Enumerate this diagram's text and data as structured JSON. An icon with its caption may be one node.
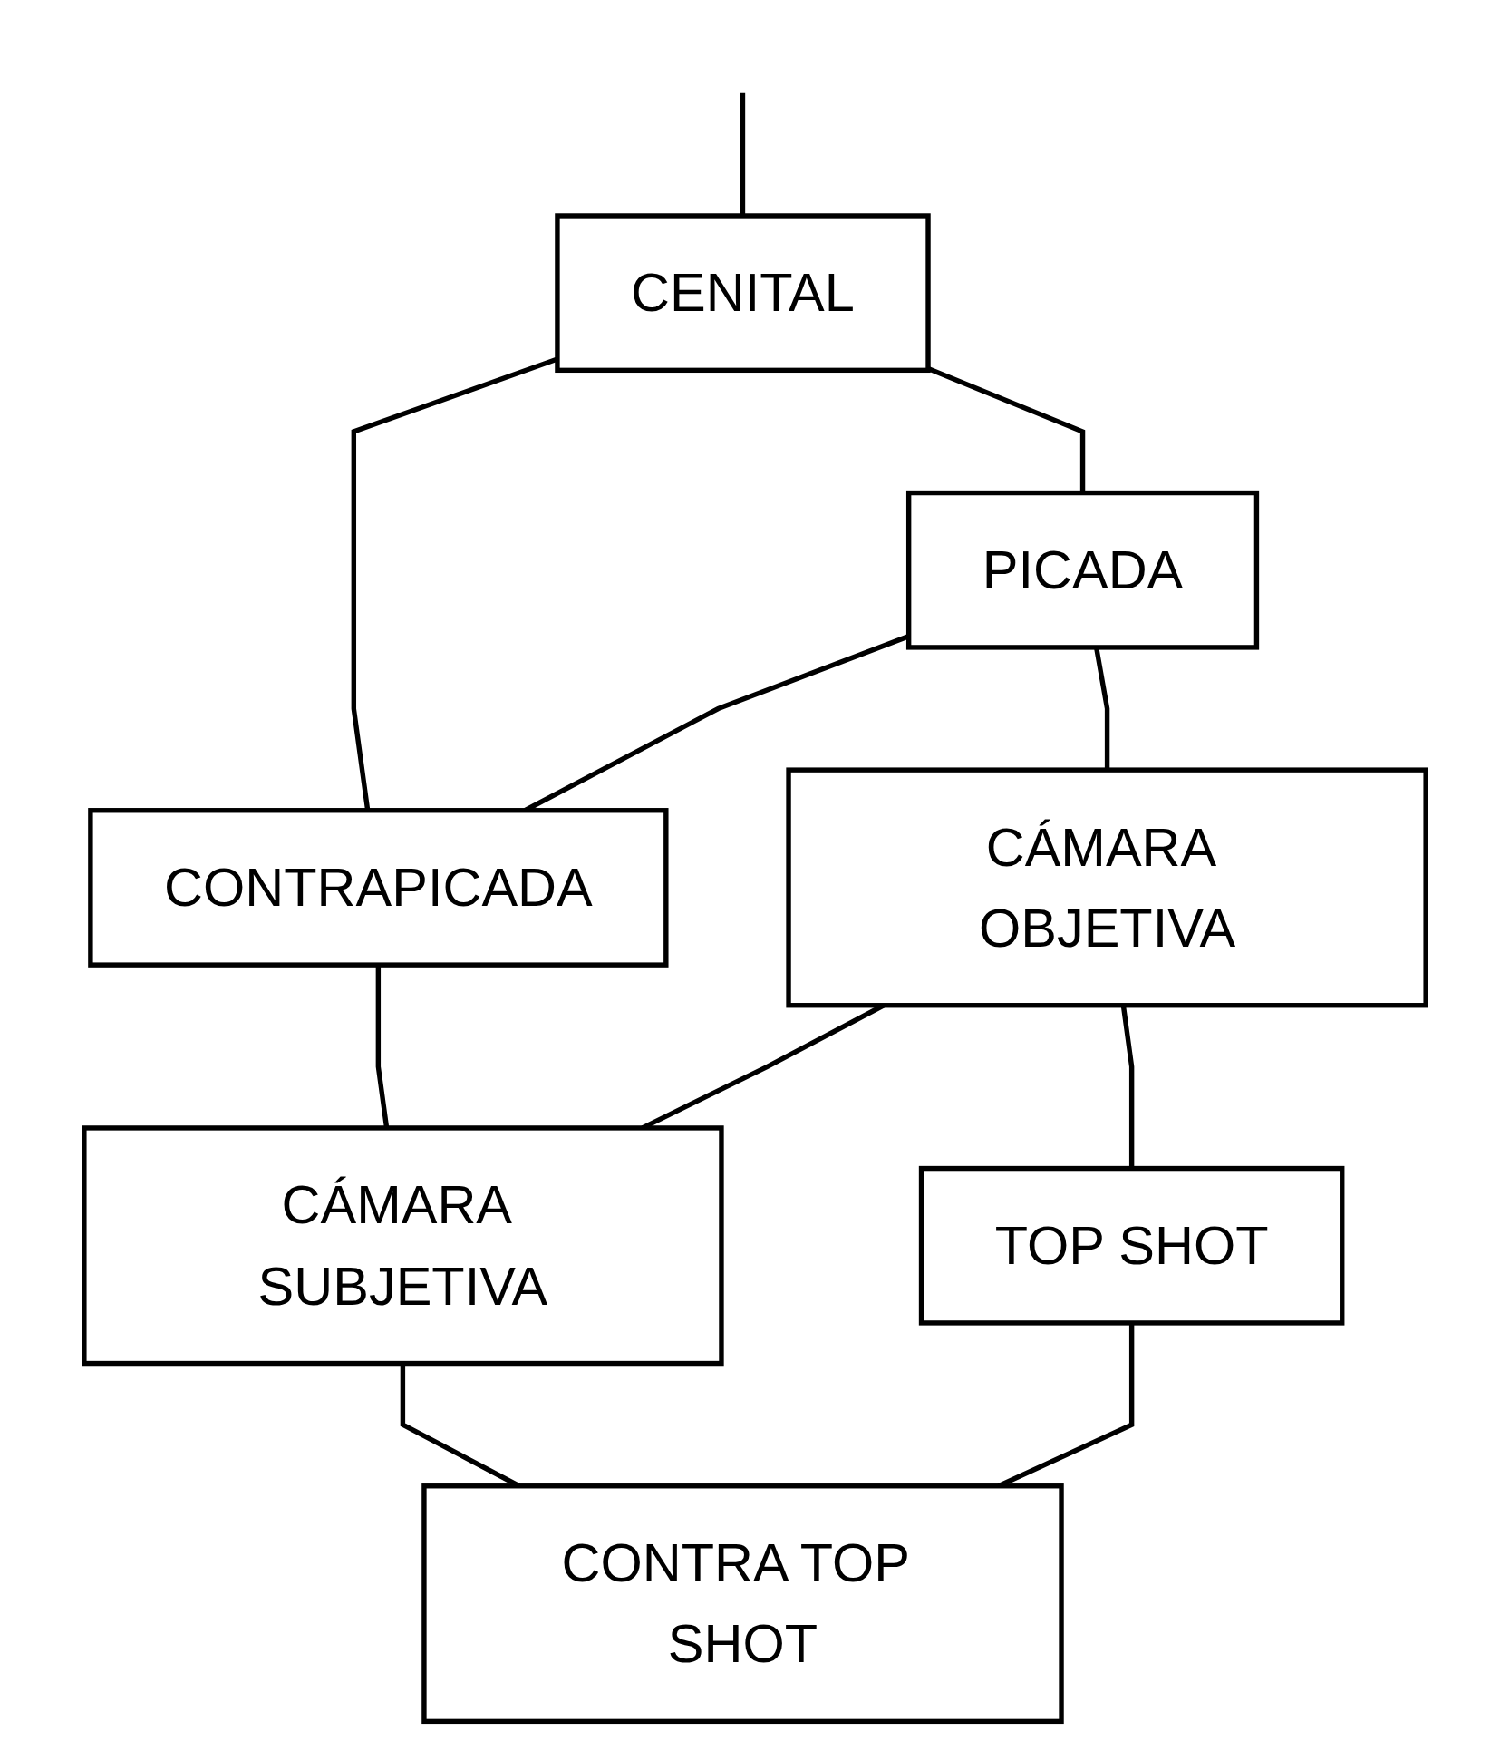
{
  "diagram": {
    "nodes": [
      {
        "text": [
          "CENITAL"
        ]
      },
      {
        "text": [
          "PICADA"
        ]
      },
      {
        "text": [
          "CONTRAPICADA"
        ]
      },
      {
        "text": [
          "CÁMARA OBJETIVA"
        ]
      },
      {
        "text": [
          "CÁMARA SUBJETIVA"
        ]
      },
      {
        "text": [
          "TOP SHOT"
        ]
      },
      {
        "text": [
          "CONTRA TOP SHOT"
        ]
      }
    ],
    "edges": [
      {
        "from": null,
        "to": 0,
        "arrow": "none"
      },
      {
        "from": 0,
        "to": 1,
        "arrow": "none"
      },
      {
        "from": 0,
        "to": 2,
        "arrow": "none"
      },
      {
        "from": 1,
        "to": 2,
        "arrow": "none"
      },
      {
        "from": 1,
        "to": 3,
        "arrow": "none"
      },
      {
        "from": 2,
        "to": 4,
        "arrow": "none"
      },
      {
        "from": 3,
        "to": 4,
        "arrow": "none"
      },
      {
        "from": 3,
        "to": 5,
        "arrow": "none"
      },
      {
        "from": 4,
        "to": 6,
        "arrow": "none"
      },
      {
        "from": 5,
        "to": 6,
        "arrow": "none"
      }
    ]
  }
}
